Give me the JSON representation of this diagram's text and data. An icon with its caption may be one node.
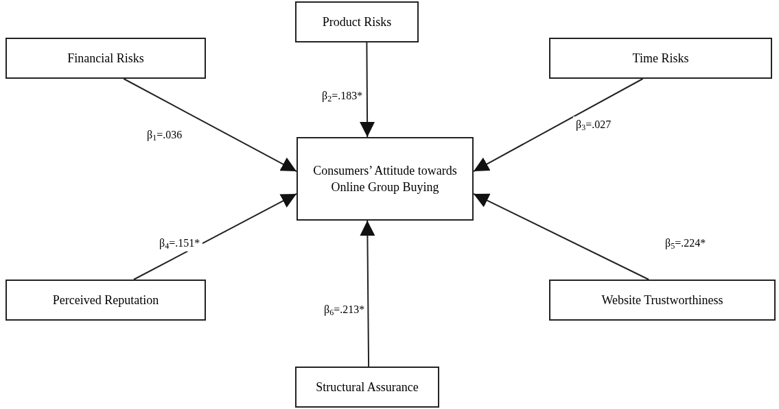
{
  "diagram": {
    "nodes": [
      {
        "text": [
          "Financial Risks"
        ]
      },
      {
        "text": [
          "Product Risks"
        ]
      },
      {
        "text": [
          "Time Risks"
        ]
      },
      {
        "text": [
          "Consumers’ Attitude towards Online Group Buying"
        ]
      },
      {
        "text": [
          "Perceived Reputation"
        ]
      },
      {
        "text": [
          "Website Trustworthiness"
        ]
      },
      {
        "text": [
          "Structural Assurance"
        ]
      }
    ],
    "edges": [
      {
        "from": 0,
        "to": 3,
        "arrow": "to",
        "label": "β$_{1}$=.036"
      },
      {
        "from": 1,
        "to": 3,
        "arrow": "to",
        "label": "β$_{2}$=.183*"
      },
      {
        "from": 2,
        "to": 3,
        "arrow": "to",
        "label": "β$_{3}$=.027"
      },
      {
        "from": 4,
        "to": 3,
        "arrow": "to",
        "label": "β$_{4}$=.151*"
      },
      {
        "from": 5,
        "to": 3,
        "arrow": "to",
        "label": "β$_{5}$=.224*"
      },
      {
        "from": 6,
        "to": 3,
        "arrow": "to",
        "label": "β$_{6}$=.213*"
      }
    ]
  }
}
